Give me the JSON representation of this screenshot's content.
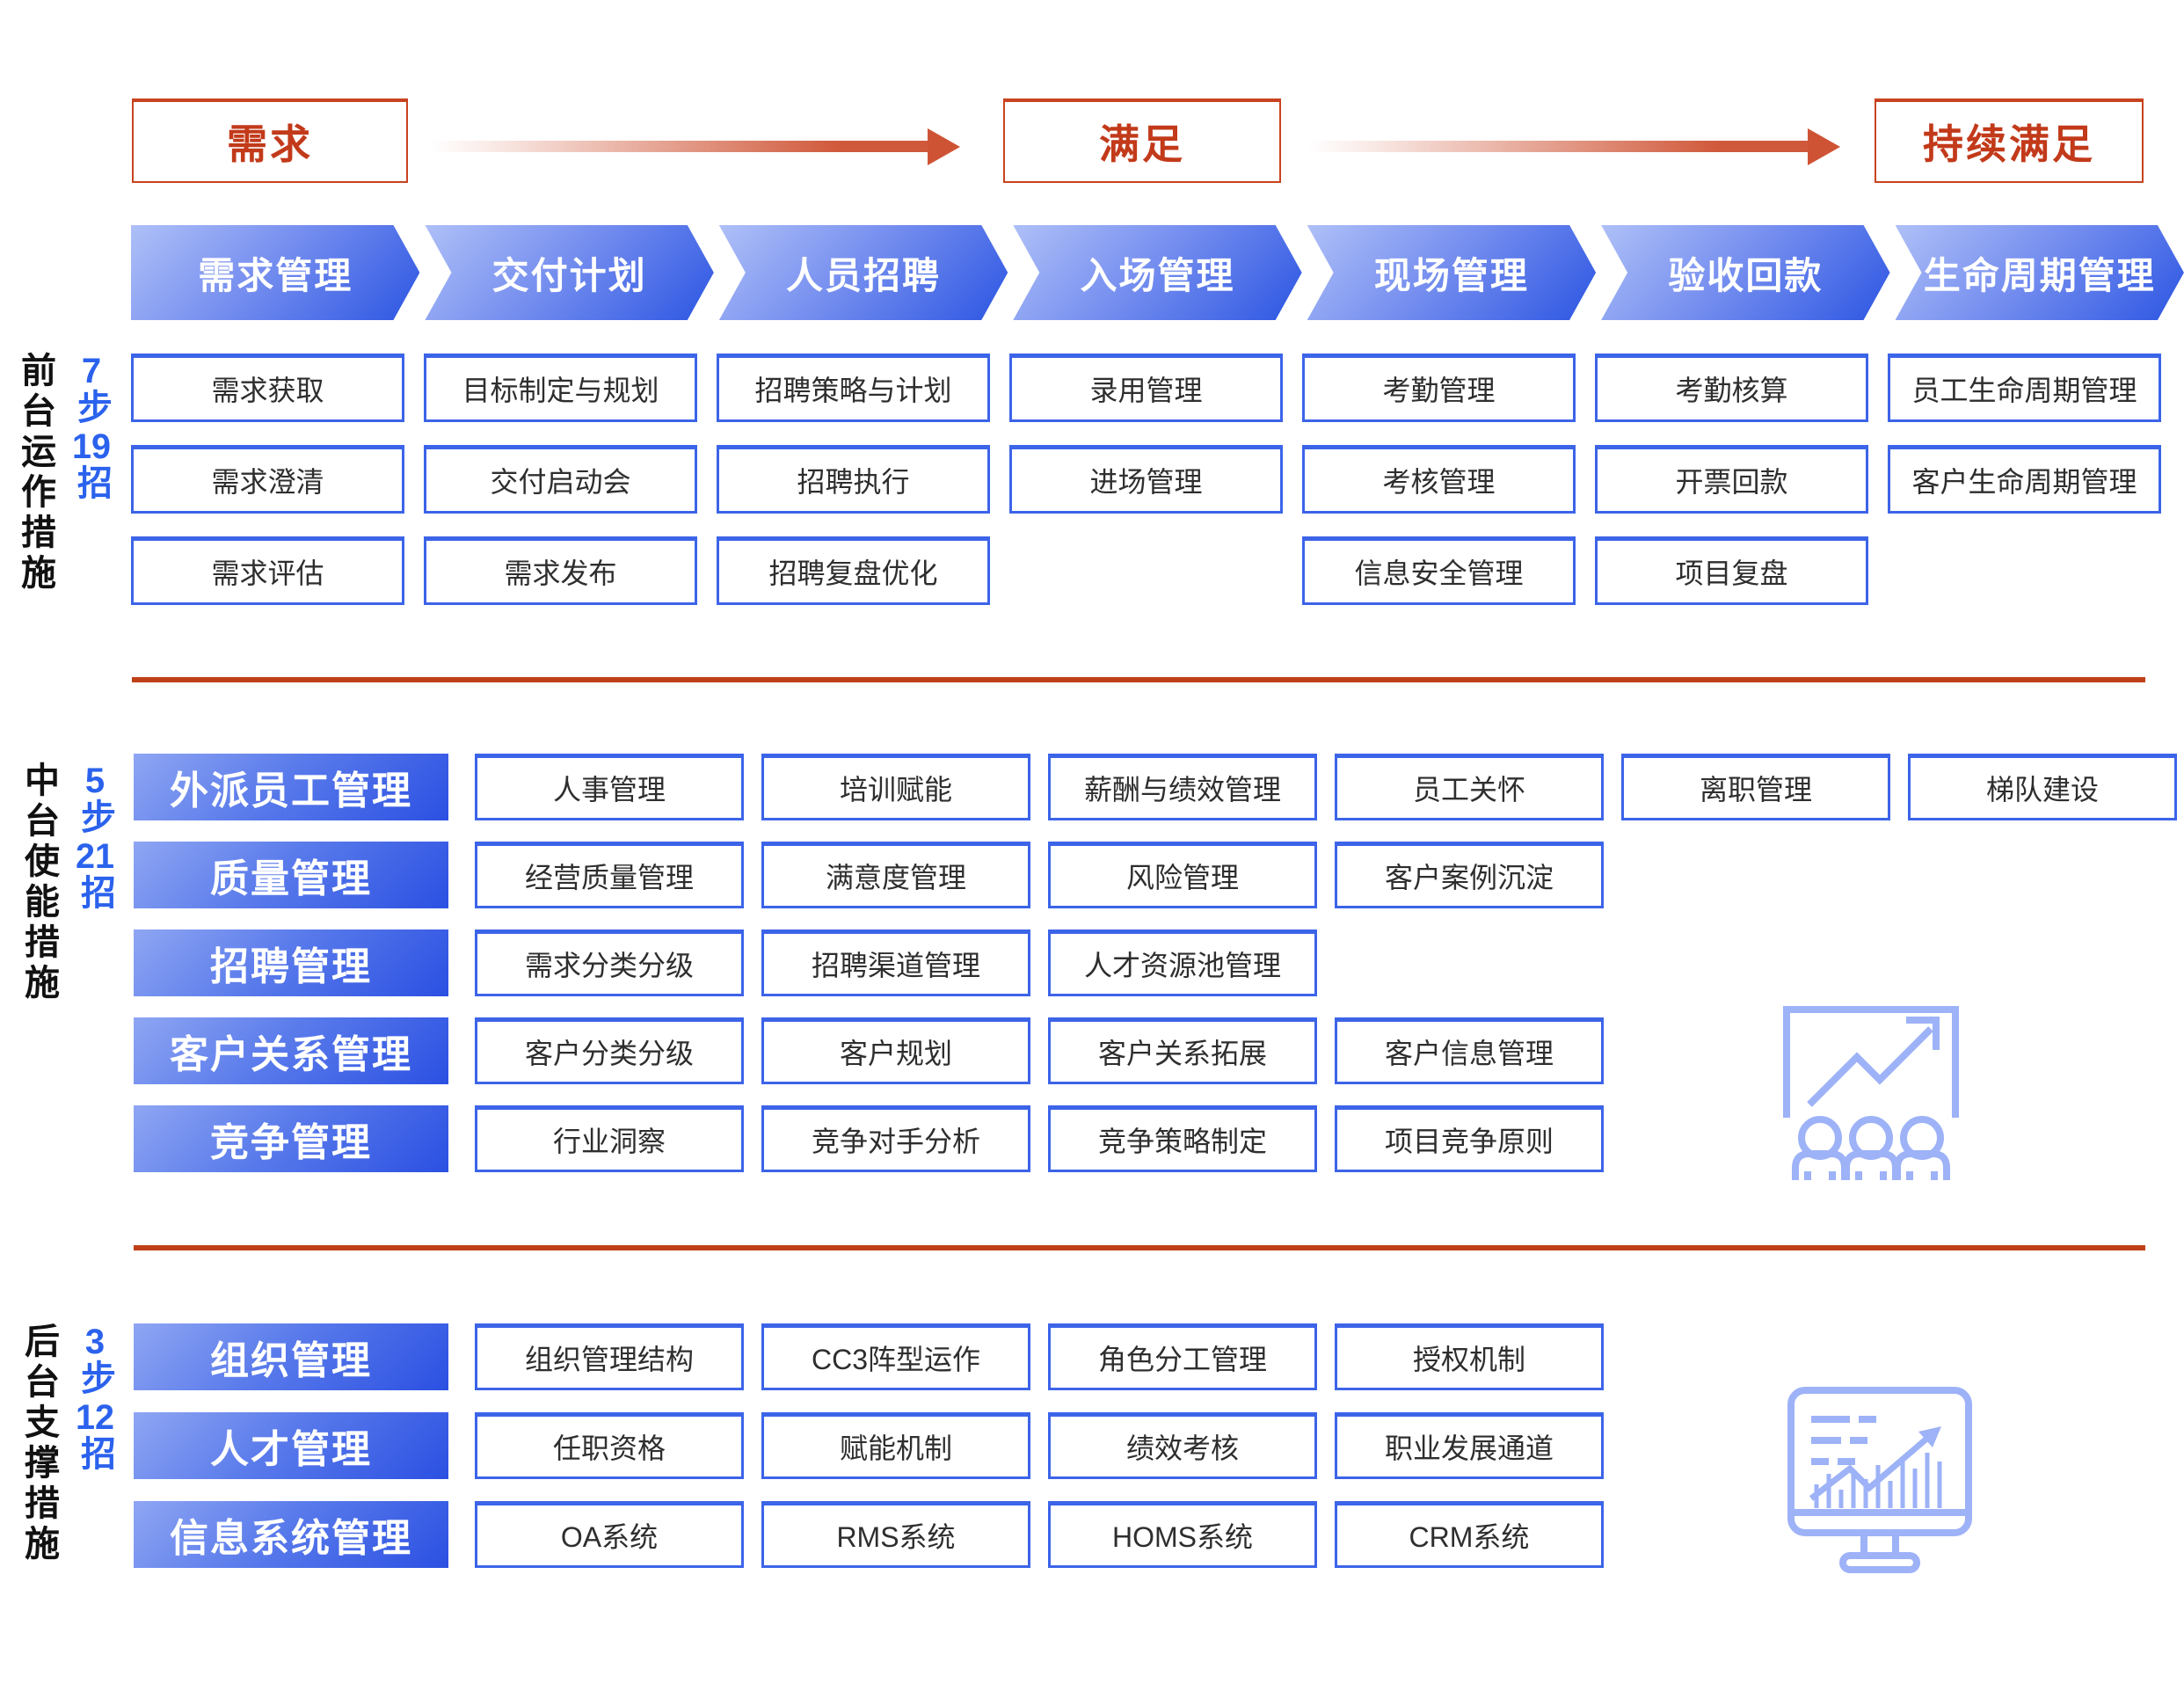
{
  "colors": {
    "flow_red": "#C8431F",
    "divider_red": "#C04018",
    "box_border_blue": "#3C64E8",
    "badge_blue": "#2B62ED",
    "chevron_blue_dark": "#2C55E2",
    "chevron_blue_light": "#AFC0F7",
    "icon_blue": "#9DB2F7"
  },
  "flow": {
    "stages": [
      {
        "label": "需求"
      },
      {
        "label": "满足"
      },
      {
        "label": "持续满足"
      }
    ]
  },
  "pipeline": {
    "stages": [
      {
        "label": "需求管理"
      },
      {
        "label": "交付计划"
      },
      {
        "label": "人员招聘"
      },
      {
        "label": "入场管理"
      },
      {
        "label": "现场管理"
      },
      {
        "label": "验收回款"
      },
      {
        "label": "生命周期管理"
      }
    ]
  },
  "front": {
    "side_title": "前台运作措施",
    "badge": {
      "steps": "7",
      "steps_unit": "步",
      "moves": "19",
      "moves_unit": "招"
    },
    "columns": [
      {
        "items": [
          "需求获取",
          "需求澄清",
          "需求评估"
        ]
      },
      {
        "items": [
          "目标制定与规划",
          "交付启动会",
          "需求发布"
        ]
      },
      {
        "items": [
          "招聘策略与计划",
          "招聘执行",
          "招聘复盘优化"
        ]
      },
      {
        "items": [
          "录用管理",
          "进场管理"
        ]
      },
      {
        "items": [
          "考勤管理",
          "考核管理",
          "信息安全管理"
        ]
      },
      {
        "items": [
          "考勤核算",
          "开票回款",
          "项目复盘"
        ]
      },
      {
        "items": [
          "员工生命周期管理",
          "客户生命周期管理"
        ]
      }
    ]
  },
  "middle": {
    "side_title": "中台使能措施",
    "badge": {
      "steps": "5",
      "steps_unit": "步",
      "moves": "21",
      "moves_unit": "招"
    },
    "rows": [
      {
        "label": "外派员工管理",
        "items": [
          "人事管理",
          "培训赋能",
          "薪酬与绩效管理",
          "员工关怀",
          "离职管理",
          "梯队建设"
        ]
      },
      {
        "label": "质量管理",
        "items": [
          "经营质量管理",
          "满意度管理",
          "风险管理",
          "客户案例沉淀"
        ]
      },
      {
        "label": "招聘管理",
        "items": [
          "需求分类分级",
          "招聘渠道管理",
          "人才资源池管理"
        ]
      },
      {
        "label": "客户关系管理",
        "items": [
          "客户分类分级",
          "客户规划",
          "客户关系拓展",
          "客户信息管理"
        ]
      },
      {
        "label": "竞争管理",
        "items": [
          "行业洞察",
          "竞争对手分析",
          "竞争策略制定",
          "项目竞争原则"
        ]
      }
    ],
    "icon": "presentation-growth-team-icon"
  },
  "back": {
    "side_title": "后台支撑措施",
    "badge": {
      "steps": "3",
      "steps_unit": "步",
      "moves": "12",
      "moves_unit": "招"
    },
    "rows": [
      {
        "label": "组织管理",
        "items": [
          "组织管理结构",
          "CC3阵型运作",
          "角色分工管理",
          "授权机制"
        ]
      },
      {
        "label": "人才管理",
        "items": [
          "任职资格",
          "赋能机制",
          "绩效考核",
          "职业发展通道"
        ]
      },
      {
        "label": "信息系统管理",
        "items": [
          "OA系统",
          "RMS系统",
          "HOMS系统",
          "CRM系统"
        ]
      }
    ],
    "icon": "monitor-analytics-icon"
  }
}
